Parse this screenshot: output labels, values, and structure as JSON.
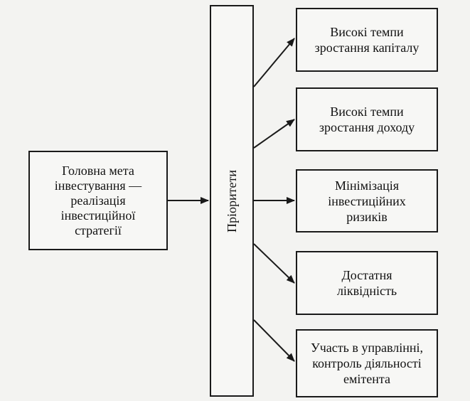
{
  "main_goal": {
    "text": "Головна мета\nінвестування —\nреалізація\nінвестиційної\nстратегії"
  },
  "priorities": {
    "label": "Пріоритети"
  },
  "goals": [
    {
      "text": "Високі темпи\nзростання капіталу"
    },
    {
      "text": "Високі темпи\nзростання доходу"
    },
    {
      "text": "Мінімізація\nінвестиційних\nризиків"
    },
    {
      "text": "Достатня\nліквідність"
    },
    {
      "text": "Участь в управлінні,\nконтроль діяльності\nемітента"
    }
  ],
  "colors": {
    "line": "#1a1a1a"
  }
}
